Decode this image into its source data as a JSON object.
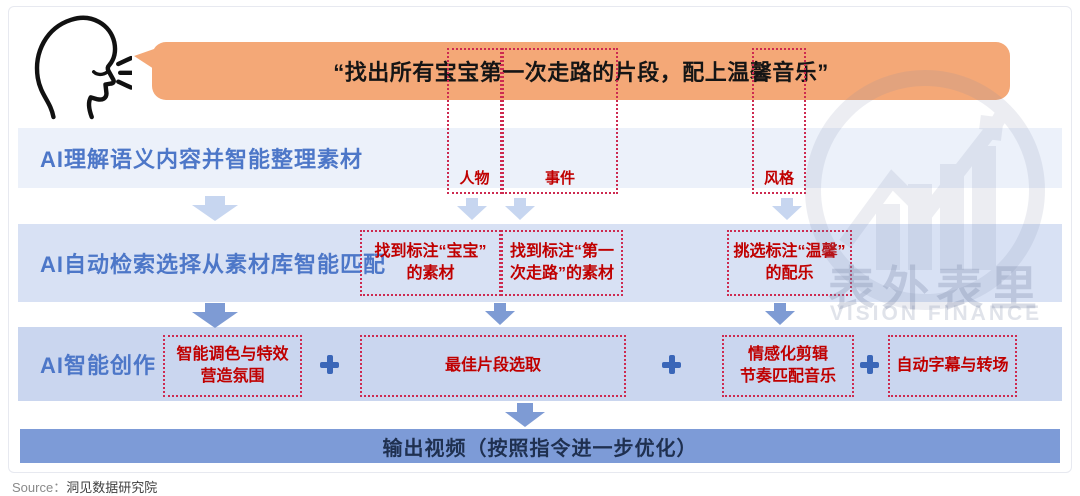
{
  "bubble": {
    "text": "“找出所有宝宝第一次走路的片段，配上温馨音乐”"
  },
  "bands": [
    {
      "label": "人物"
    },
    {
      "label": "事件"
    },
    {
      "label": "风格"
    }
  ],
  "row1": {
    "label": "AI理解语义内容并智能整理素材"
  },
  "row2": {
    "label": "AI自动检索选择从素材库智能匹配",
    "box_person": "找到标注“宝宝”\n的素材",
    "box_event": "找到标注“第一\n次走路”的素材",
    "box_style": "挑选标注“温馨”\n的配乐"
  },
  "row3": {
    "label": "AI智能创作",
    "box_color": "智能调色与特效\n营造氛围",
    "box_clip": "最佳片段选取",
    "box_emotion": "情感化剪辑\n节奏匹配音乐",
    "box_subtitle": "自动字幕与转场"
  },
  "output": {
    "label": "输出视频（按照指令进一步优化）"
  },
  "source": {
    "prefix": "Source：",
    "name": "洞见数据研究院"
  },
  "watermark": {
    "cn": "表外表里",
    "en": "VISION FINANCE"
  },
  "icons": {
    "speaker": "speaking-head-icon",
    "arrow": "arrow-down-icon",
    "plus": "plus-icon",
    "logo": "vision-finance-chart-logo"
  },
  "colors": {
    "bubble": "#F4A877",
    "row1_bg": "#ECF1FA",
    "row2_bg": "#D8E1F4",
    "row3_bg": "#CAD6EF",
    "output_bg": "#7D9BD7",
    "label_blue": "#4D77C8",
    "red_text": "#C00000",
    "red_border": "#CD2A50",
    "arrow_light": "#C7D6F0",
    "arrow_mid": "#7E9BD4",
    "plus_blue": "#3A66B8",
    "output_text": "#1F3050"
  }
}
